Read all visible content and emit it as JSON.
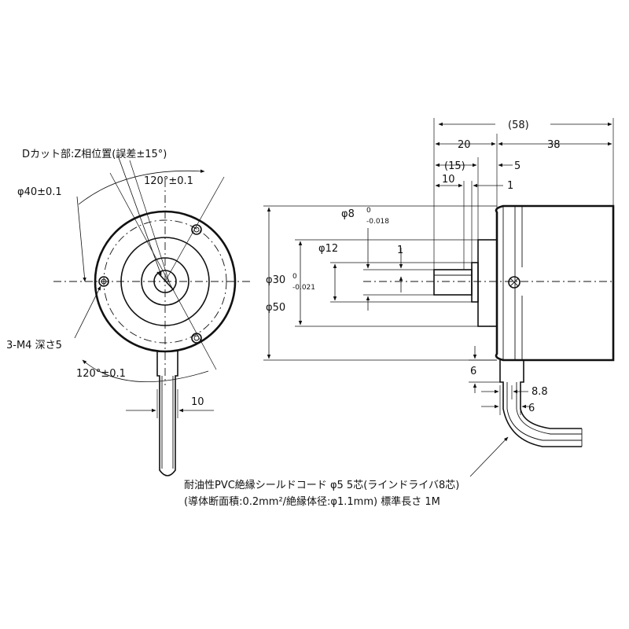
{
  "front_view": {
    "d_cut_label": "Dカット部:Z相位置(誤差±15°)",
    "dia40_label": "φ40±0.1",
    "angle_top_label": "120°±0.1",
    "angle_bottom_label": "120°±0.1",
    "tap_label": "3-M4 深さ5",
    "cable_dim_label": "10"
  },
  "side_view": {
    "overall_length": "(58)",
    "shaft_length": "20",
    "body_length": "38",
    "flange_offset": "(15)",
    "flange_thickness": "5",
    "d_cut_length": "10",
    "step_1": "1",
    "shaft_dia_main": "φ8",
    "shaft_tol_upper": "0",
    "shaft_tol_lower": "-0.018",
    "boss_dia_main": "φ12",
    "d_cut_depth": "1",
    "spigot_dia_main": "φ30",
    "spigot_tol_upper": "0",
    "spigot_tol_lower": "-0.021",
    "body_dia": "φ50",
    "cable_offset": "6",
    "cable_center": "8.8",
    "cable_dia": "6"
  },
  "cable_note": {
    "line1": "耐油性PVC絶縁シールドコード φ5 5芯(ラインドライバ8芯)",
    "line2": "(導体断面積:0.2mm²/絶縁体径:φ1.1mm) 標準長さ 1M"
  }
}
